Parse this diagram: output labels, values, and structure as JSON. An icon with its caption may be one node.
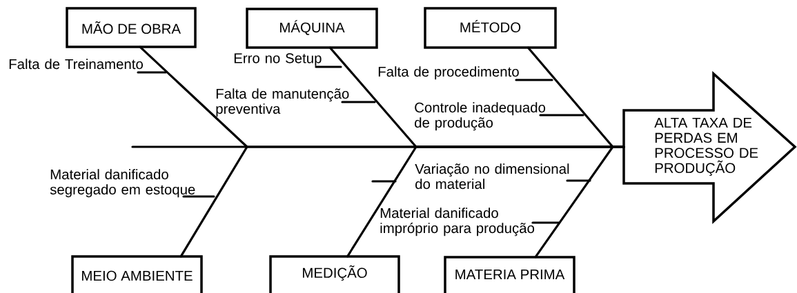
{
  "diagram": {
    "nodes": [
      {
        "text": [
          "MÃO DE OBRA"
        ]
      },
      {
        "text": [
          "MÁQUINA"
        ]
      },
      {
        "text": [
          "MÉTODO"
        ]
      },
      {
        "text": [
          "Falta de Treinamento"
        ]
      },
      {
        "text": [
          "Erro no Setup"
        ]
      },
      {
        "text": [
          "Falta de manutenção preventiva"
        ]
      },
      {
        "text": [
          "Falta de procedimento"
        ]
      },
      {
        "text": [
          "Controle inadequado de produção"
        ]
      },
      {
        "text": [
          "ALTA TAXA DE PERDAS EM PROCESSO DE PRODUÇÃO"
        ]
      },
      {
        "text": [
          "Material danificado segregado em estoque"
        ]
      },
      {
        "text": [
          "Variação no dimensional do material"
        ]
      },
      {
        "text": [
          "Material danificado impróprio para produção"
        ]
      },
      {
        "text": [
          "MEIO AMBIENTE"
        ]
      },
      {
        "text": [
          "MEDIÇÃO"
        ]
      },
      {
        "text": [
          "MATERIA PRIMA"
        ]
      }
    ],
    "edges": [
      {
        "from": 0,
        "to": 8,
        "arrow": "none"
      },
      {
        "from": 1,
        "to": 8,
        "arrow": "none"
      },
      {
        "from": 2,
        "to": 8,
        "arrow": "none"
      },
      {
        "from": 12,
        "to": 8,
        "arrow": "none"
      },
      {
        "from": 13,
        "to": 8,
        "arrow": "none"
      },
      {
        "from": 14,
        "to": 8,
        "arrow": "none"
      },
      {
        "from": 3,
        "to": null,
        "arrow": "none"
      },
      {
        "from": 4,
        "to": null,
        "arrow": "none"
      },
      {
        "from": 5,
        "to": null,
        "arrow": "none"
      },
      {
        "from": 6,
        "to": null,
        "arrow": "none"
      },
      {
        "from": 7,
        "to": null,
        "arrow": "none"
      },
      {
        "from": 9,
        "to": null,
        "arrow": "none"
      },
      {
        "from": 10,
        "to": null,
        "arrow": "none"
      },
      {
        "from": 11,
        "to": null,
        "arrow": "none"
      }
    ]
  }
}
